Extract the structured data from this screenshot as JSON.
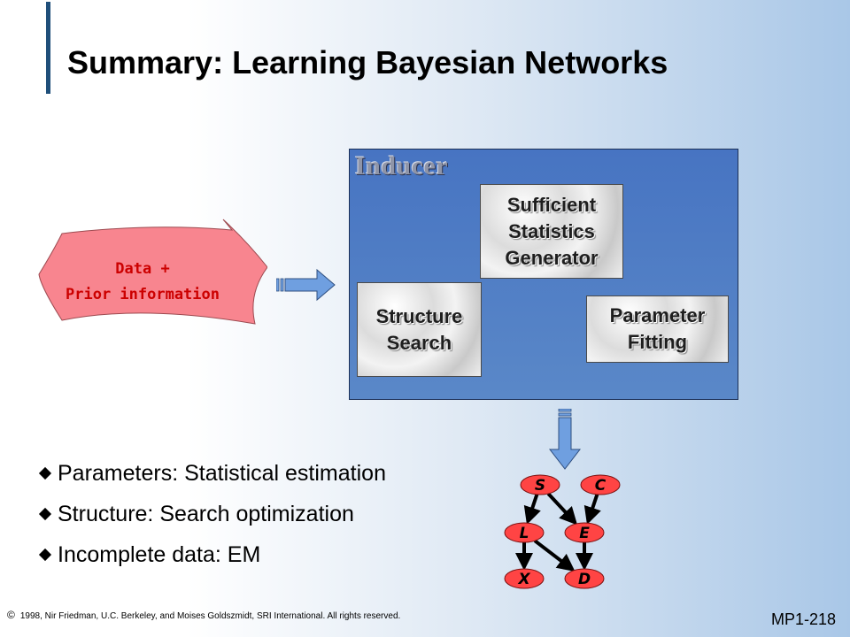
{
  "title": "Summary: Learning Bayesian Networks",
  "data_input": {
    "line1": "Data +",
    "line2": "Prior information"
  },
  "inducer": {
    "label": "Inducer",
    "modules": {
      "stats": [
        "Sufficient",
        "Statistics",
        "Generator"
      ],
      "structure": [
        "Structure",
        "Search"
      ],
      "parameter": [
        "Parameter",
        "Fitting"
      ]
    }
  },
  "bullets": [
    "Parameters: Statistical estimation",
    "Structure: Search optimization",
    "Incomplete data: EM"
  ],
  "network": {
    "nodes": [
      "S",
      "C",
      "L",
      "E",
      "X",
      "D"
    ],
    "edges": [
      [
        "S",
        "L"
      ],
      [
        "S",
        "E"
      ],
      [
        "C",
        "E"
      ],
      [
        "L",
        "X"
      ],
      [
        "L",
        "D"
      ],
      [
        "E",
        "D"
      ]
    ],
    "node_color": "#ff4444"
  },
  "footer": {
    "copyright_symbol": "©",
    "text": "1998, Nir Friedman, U.C. Berkeley, and Moises Goldszmidt, SRI International. All rights reserved.",
    "page": "MP1-218"
  },
  "colors": {
    "data_shape": "#f8858f",
    "data_text": "#cc0000",
    "arrow": "#6f9fe0",
    "inducer": "#4f7fc4",
    "node": "#ff4444"
  }
}
